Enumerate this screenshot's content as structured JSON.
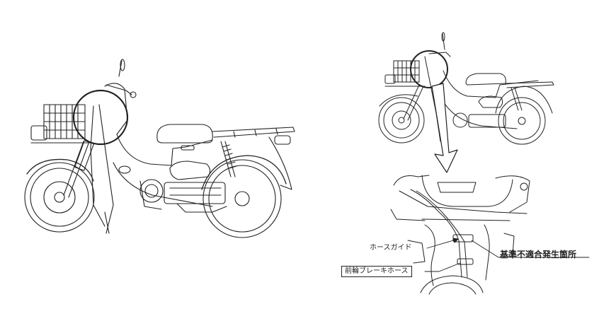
{
  "labels": {
    "hose_guide": "ホースガイド",
    "front_brake_hose": "前輪ブレーキホース",
    "defect_location": "基準不適合発生箇所"
  },
  "colors": {
    "line": "#222222",
    "background": "#ffffff"
  }
}
